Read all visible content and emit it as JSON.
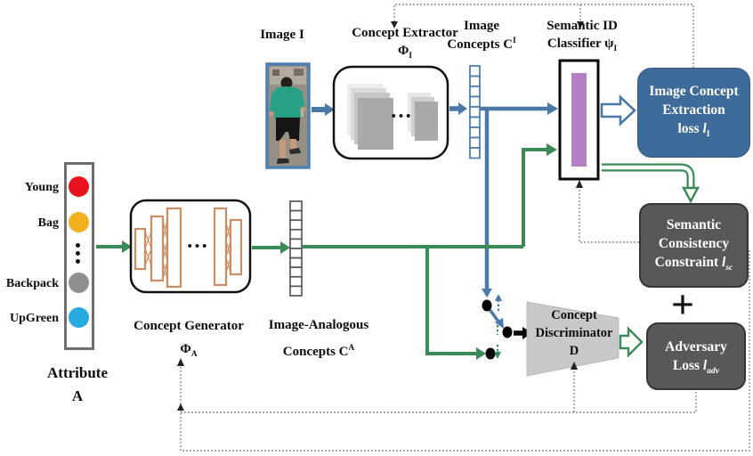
{
  "colors": {
    "blue_line": "#4a79a8",
    "blue_box": "#3e6b99",
    "green": "#3a8b57",
    "dark_box": "#57585a",
    "purple_bar": "#b381c2",
    "trapezoid_gray": "#c9c9c9",
    "generator_orange": "#cd8c62",
    "attr_red": "#e8131c",
    "attr_yellow": "#f2b01e",
    "attr_gray": "#8f8f8f",
    "attr_cyan": "#27aae1"
  },
  "labels": {
    "image": "Image I",
    "extractor": {
      "title": "Concept Extractor",
      "sym": "Φ",
      "sym_sub": "I"
    },
    "image_concepts": {
      "line1": "Image",
      "line2_base": "Concepts C",
      "line2_sup": "I"
    },
    "classifier": {
      "line1": "Semantic ID",
      "line2_base": "Classifier ψ",
      "line2_sub": "I"
    },
    "generator": {
      "title": "Concept Generator",
      "sym": "Φ",
      "sym_sub": "A"
    },
    "analogous": {
      "line1": "Image-Analogous",
      "line2_base": "Concepts C",
      "line2_sup": "A"
    },
    "attribute_line1": "Attribute",
    "attribute_line2": "A",
    "plus": "+",
    "ellipsis": "•••"
  },
  "attributes": [
    "Young",
    "Bag",
    "Backpack",
    "UpGreen"
  ],
  "boxes": {
    "image_loss": {
      "line1": "Image Concept",
      "line2": "Extraction",
      "line3_base": "loss ",
      "math": "l",
      "math_sub": "I"
    },
    "semantic": {
      "line1": "Semantic",
      "line2": "Consistency",
      "line3_base": "Constraint ",
      "math": "l",
      "math_sub": "sc"
    },
    "adversary": {
      "line1": "Adversary",
      "line2_base": "Loss ",
      "math": "l",
      "math_sub": "adv"
    },
    "discriminator": {
      "line1": "Concept",
      "line2": "Discriminator",
      "line3": "D"
    }
  }
}
